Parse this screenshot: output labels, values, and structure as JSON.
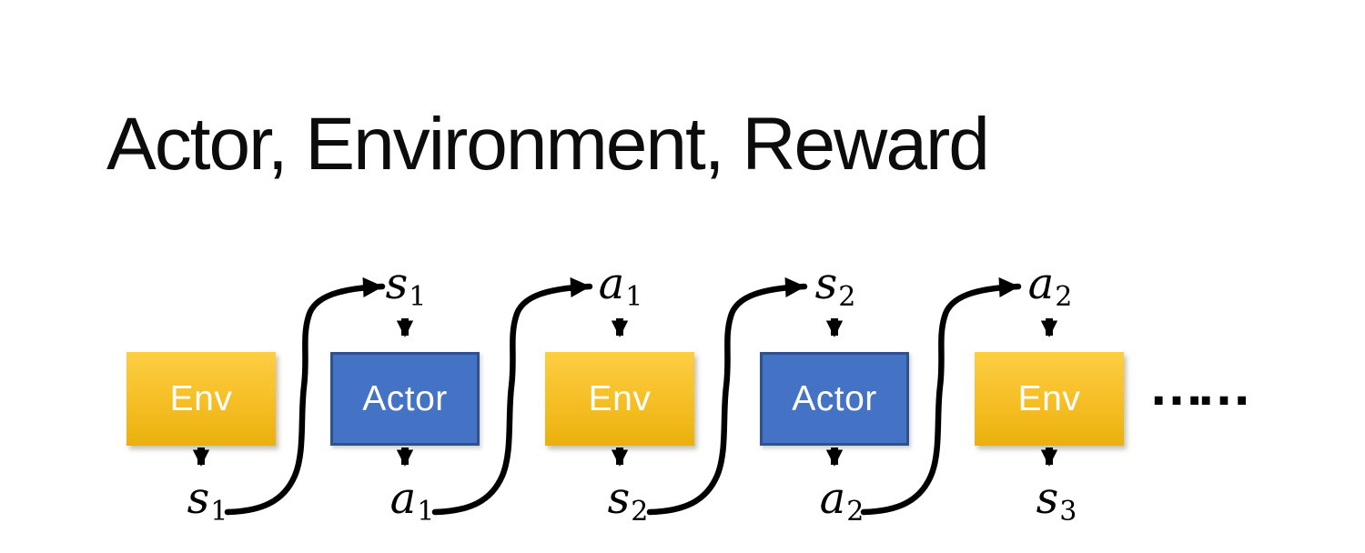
{
  "title": "Actor, Environment, Reward",
  "colors": {
    "env_gradient_top": "#FDCE43",
    "env_gradient_bottom": "#EAB10D",
    "actor_fill": "#4472C4",
    "actor_border": "#2F528F",
    "arrow": "#000000",
    "text_on_box": "#FFFFFF",
    "title_text": "#0C0C0C"
  },
  "diagram": {
    "nodes": [
      {
        "label": "Env",
        "type": "env"
      },
      {
        "label": "Actor",
        "type": "actor"
      },
      {
        "label": "Env",
        "type": "env"
      },
      {
        "label": "Actor",
        "type": "actor"
      },
      {
        "label": "Env",
        "type": "env"
      }
    ],
    "top_labels": [
      {
        "var": "s",
        "sub": "1"
      },
      {
        "var": "a",
        "sub": "1"
      },
      {
        "var": "s",
        "sub": "2"
      },
      {
        "var": "a",
        "sub": "2"
      }
    ],
    "bottom_labels": [
      {
        "var": "s",
        "sub": "1"
      },
      {
        "var": "a",
        "sub": "1"
      },
      {
        "var": "s",
        "sub": "2"
      },
      {
        "var": "a",
        "sub": "2"
      },
      {
        "var": "s",
        "sub": "3"
      }
    ],
    "ellipsis": "……"
  }
}
